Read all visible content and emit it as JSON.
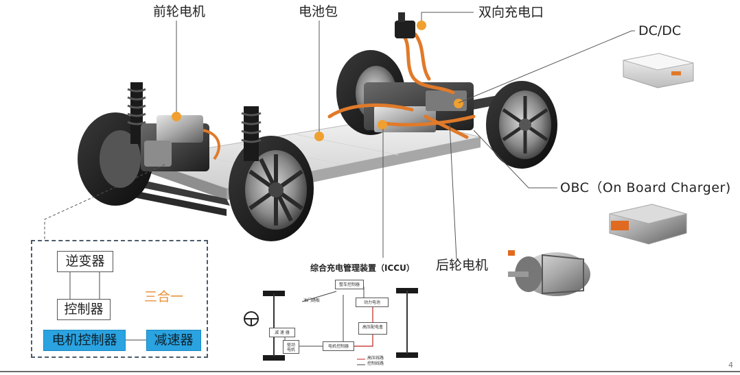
{
  "labels": {
    "front_motor": "前轮电机",
    "battery_pack": "电池包",
    "charge_port": "双向充电口",
    "dcdc": "DC/DC",
    "obc": "OBC（On Board Charger)",
    "rear_motor": "后轮电机",
    "iccu": "综合充电管理装置（ICCU）"
  },
  "three_in_one": {
    "inverter": "逆变器",
    "controller": "控制器",
    "motor_controller": "电机控制器",
    "reducer": "减速器",
    "caption": "三合一"
  },
  "iccu_diagram": {
    "vehicle_controller": "整车控制器",
    "power_battery": "动力电池",
    "hv_distribution": "高压配电盒",
    "motor_controller": "电机控制器",
    "reducer": "减 速 器",
    "drive_motor": "驱动\n电机",
    "accelerator": "油门踏板",
    "legend_hv": "高压线路",
    "legend_ctrl": "控制线路"
  },
  "page_number": "4",
  "colors": {
    "accent_orange": "#e8923a",
    "box_blue": "#2aa3e0",
    "leader_line": "#555555",
    "dash_border": "#4a5a6a"
  }
}
